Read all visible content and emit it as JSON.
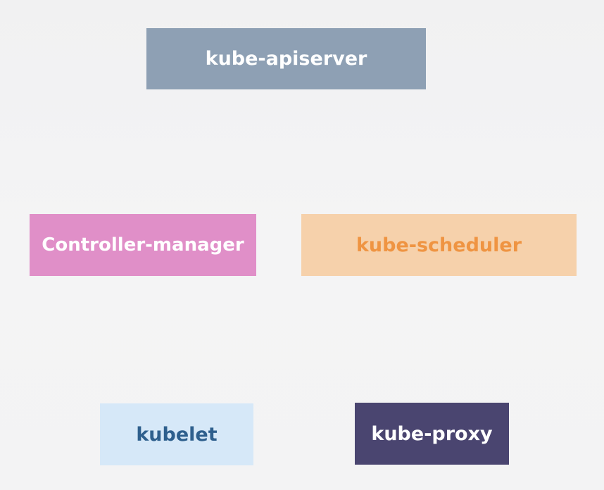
{
  "diagram": {
    "components": [
      {
        "id": "apiserver",
        "label": "kube-apiserver",
        "bg": "#8ea0b4",
        "fg": "#ffffff"
      },
      {
        "id": "controller",
        "label": "Controller-manager",
        "bg": "#e08fc8",
        "fg": "#ffffff"
      },
      {
        "id": "scheduler",
        "label": "kube-scheduler",
        "bg": "#f6d1ab",
        "fg": "#ef9442"
      },
      {
        "id": "kubelet",
        "label": "kubelet",
        "bg": "#d6e8f8",
        "fg": "#2e5f8d"
      },
      {
        "id": "proxy",
        "label": "kube-proxy",
        "bg": "#4a4570",
        "fg": "#ffffff"
      }
    ]
  }
}
